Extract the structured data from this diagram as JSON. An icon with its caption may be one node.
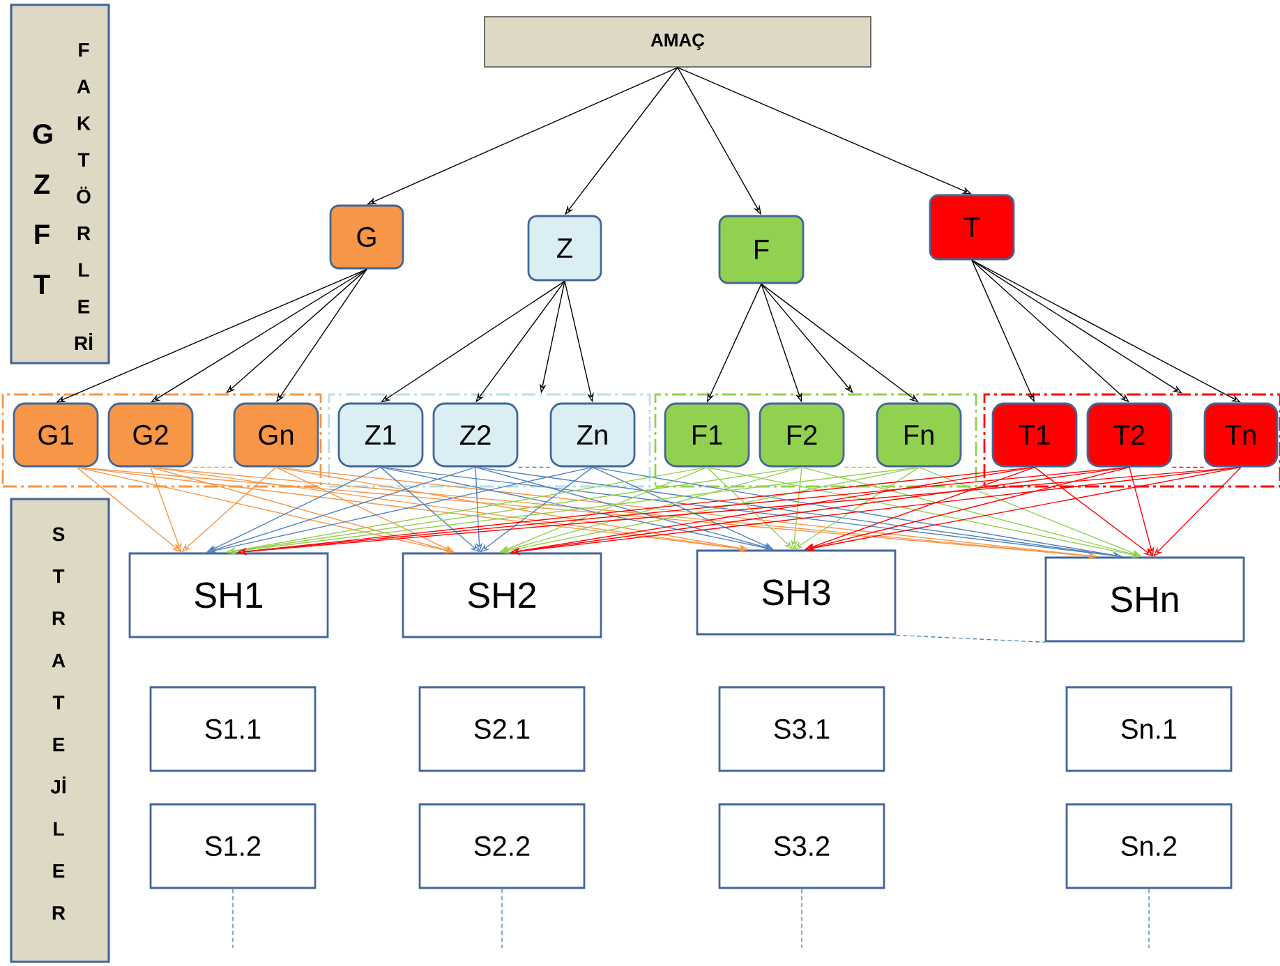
{
  "diagram": {
    "nodes": [
      {
        "text": [
          "AMAÇ"
        ]
      },
      {
        "text": [
          "GZFT",
          "FAKTÖRLERİ"
        ]
      },
      {
        "text": [
          "G"
        ]
      },
      {
        "text": [
          "Z"
        ]
      },
      {
        "text": [
          "F"
        ]
      },
      {
        "text": [
          "T"
        ]
      },
      {
        "text": [],
        "shape": "box"
      },
      {
        "text": [
          "G1"
        ],
        "in": 6
      },
      {
        "text": [
          "G2"
        ],
        "in": 6
      },
      {
        "text": [
          "Gn"
        ],
        "in": 6
      },
      {
        "text": [],
        "shape": "box"
      },
      {
        "text": [
          "Z1"
        ],
        "in": 10
      },
      {
        "text": [
          "Z2"
        ],
        "in": 10
      },
      {
        "text": [
          "Zn"
        ],
        "in": 10
      },
      {
        "text": [],
        "shape": "box"
      },
      {
        "text": [
          "F1"
        ],
        "in": 14
      },
      {
        "text": [
          "F2"
        ],
        "in": 14
      },
      {
        "text": [
          "Fn"
        ],
        "in": 14
      },
      {
        "text": [],
        "shape": "box"
      },
      {
        "text": [
          "T1"
        ],
        "in": 18
      },
      {
        "text": [
          "T2"
        ],
        "in": 18
      },
      {
        "text": [
          "Tn"
        ],
        "in": 18
      },
      {
        "text": [
          "STRATEJİLER"
        ]
      },
      {
        "text": [
          "SH1"
        ]
      },
      {
        "text": [
          "SH2"
        ]
      },
      {
        "text": [
          "SH3"
        ]
      },
      {
        "text": [
          "SHn"
        ]
      },
      {
        "text": [
          "S1.1"
        ]
      },
      {
        "text": [
          "S2.1"
        ]
      },
      {
        "text": [
          "S3.1"
        ]
      },
      {
        "text": [
          "Sn.1"
        ]
      },
      {
        "text": [
          "S1.2"
        ]
      },
      {
        "text": [
          "S2.2"
        ]
      },
      {
        "text": [
          "S3.2"
        ]
      },
      {
        "text": [
          "Sn.2"
        ]
      }
    ],
    "edges": [
      {
        "from": 0,
        "to": 2,
        "arrow": "to"
      },
      {
        "from": 0,
        "to": 3,
        "arrow": "to"
      },
      {
        "from": 0,
        "to": 4,
        "arrow": "to"
      },
      {
        "from": 0,
        "to": 5,
        "arrow": "to"
      },
      {
        "from": 2,
        "to": 7,
        "arrow": "to"
      },
      {
        "from": 2,
        "to": 8,
        "arrow": "to"
      },
      {
        "from": 2,
        "to": 6,
        "arrow": "to"
      },
      {
        "from": 2,
        "to": 9,
        "arrow": "to"
      },
      {
        "from": 3,
        "to": 11,
        "arrow": "to"
      },
      {
        "from": 3,
        "to": 12,
        "arrow": "to"
      },
      {
        "from": 3,
        "to": 10,
        "arrow": "to"
      },
      {
        "from": 3,
        "to": 13,
        "arrow": "to"
      },
      {
        "from": 4,
        "to": 15,
        "arrow": "to"
      },
      {
        "from": 4,
        "to": 16,
        "arrow": "to"
      },
      {
        "from": 4,
        "to": 14,
        "arrow": "to"
      },
      {
        "from": 4,
        "to": 17,
        "arrow": "to"
      },
      {
        "from": 5,
        "to": 19,
        "arrow": "to"
      },
      {
        "from": 5,
        "to": 20,
        "arrow": "to"
      },
      {
        "from": 5,
        "to": 18,
        "arrow": "to"
      },
      {
        "from": 5,
        "to": 21,
        "arrow": "to"
      },
      {
        "from": 7,
        "to": 23,
        "arrow": "to",
        "color": "#f79646"
      },
      {
        "from": 7,
        "to": 24,
        "arrow": "to",
        "color": "#f79646"
      },
      {
        "from": 7,
        "to": 25,
        "arrow": "to",
        "color": "#f79646"
      },
      {
        "from": 7,
        "to": 26,
        "arrow": "to",
        "color": "#f79646"
      },
      {
        "from": 8,
        "to": 23,
        "arrow": "to",
        "color": "#f79646"
      },
      {
        "from": 8,
        "to": 24,
        "arrow": "to",
        "color": "#f79646"
      },
      {
        "from": 8,
        "to": 25,
        "arrow": "to",
        "color": "#f79646"
      },
      {
        "from": 8,
        "to": 26,
        "arrow": "to",
        "color": "#f79646"
      },
      {
        "from": 9,
        "to": 23,
        "arrow": "to",
        "color": "#f79646"
      },
      {
        "from": 9,
        "to": 24,
        "arrow": "to",
        "color": "#f79646"
      },
      {
        "from": 9,
        "to": 25,
        "arrow": "to",
        "color": "#f79646"
      },
      {
        "from": 9,
        "to": 26,
        "arrow": "to",
        "color": "#f79646"
      },
      {
        "from": 11,
        "to": 23,
        "arrow": "to",
        "color": "#4f81bd"
      },
      {
        "from": 11,
        "to": 24,
        "arrow": "to",
        "color": "#4f81bd"
      },
      {
        "from": 11,
        "to": 25,
        "arrow": "to",
        "color": "#4f81bd"
      },
      {
        "from": 11,
        "to": 26,
        "arrow": "to",
        "color": "#4f81bd"
      },
      {
        "from": 12,
        "to": 23,
        "arrow": "to",
        "color": "#4f81bd"
      },
      {
        "from": 12,
        "to": 24,
        "arrow": "to",
        "color": "#4f81bd"
      },
      {
        "from": 12,
        "to": 25,
        "arrow": "to",
        "color": "#4f81bd"
      },
      {
        "from": 12,
        "to": 26,
        "arrow": "to",
        "color": "#4f81bd"
      },
      {
        "from": 13,
        "to": 23,
        "arrow": "to",
        "color": "#4f81bd"
      },
      {
        "from": 13,
        "to": 24,
        "arrow": "to",
        "color": "#4f81bd"
      },
      {
        "from": 13,
        "to": 25,
        "arrow": "to",
        "color": "#4f81bd"
      },
      {
        "from": 13,
        "to": 26,
        "arrow": "to",
        "color": "#4f81bd"
      },
      {
        "from": 15,
        "to": 23,
        "arrow": "to",
        "color": "#92d050"
      },
      {
        "from": 15,
        "to": 24,
        "arrow": "to",
        "color": "#92d050"
      },
      {
        "from": 15,
        "to": 25,
        "arrow": "to",
        "color": "#92d050"
      },
      {
        "from": 15,
        "to": 26,
        "arrow": "to",
        "color": "#92d050"
      },
      {
        "from": 16,
        "to": 23,
        "arrow": "to",
        "color": "#92d050"
      },
      {
        "from": 16,
        "to": 24,
        "arrow": "to",
        "color": "#92d050"
      },
      {
        "from": 16,
        "to": 25,
        "arrow": "to",
        "color": "#92d050"
      },
      {
        "from": 16,
        "to": 26,
        "arrow": "to",
        "color": "#92d050"
      },
      {
        "from": 17,
        "to": 23,
        "arrow": "to",
        "color": "#92d050"
      },
      {
        "from": 17,
        "to": 24,
        "arrow": "to",
        "color": "#92d050"
      },
      {
        "from": 17,
        "to": 25,
        "arrow": "to",
        "color": "#92d050"
      },
      {
        "from": 17,
        "to": 26,
        "arrow": "to",
        "color": "#92d050"
      },
      {
        "from": 19,
        "to": 23,
        "arrow": "to",
        "color": "#ff0000"
      },
      {
        "from": 19,
        "to": 24,
        "arrow": "to",
        "color": "#ff0000"
      },
      {
        "from": 19,
        "to": 25,
        "arrow": "to",
        "color": "#ff0000"
      },
      {
        "from": 19,
        "to": 26,
        "arrow": "to",
        "color": "#ff0000"
      },
      {
        "from": 20,
        "to": 23,
        "arrow": "to",
        "color": "#ff0000"
      },
      {
        "from": 20,
        "to": 24,
        "arrow": "to",
        "color": "#ff0000"
      },
      {
        "from": 20,
        "to": 25,
        "arrow": "to",
        "color": "#ff0000"
      },
      {
        "from": 20,
        "to": 26,
        "arrow": "to",
        "color": "#ff0000"
      },
      {
        "from": 21,
        "to": 23,
        "arrow": "to",
        "color": "#ff0000"
      },
      {
        "from": 21,
        "to": 24,
        "arrow": "to",
        "color": "#ff0000"
      },
      {
        "from": 21,
        "to": 25,
        "arrow": "to",
        "color": "#ff0000"
      },
      {
        "from": 21,
        "to": 26,
        "arrow": "to",
        "color": "#ff0000"
      },
      {
        "from": 8,
        "to": 9,
        "arrow": "none",
        "style": "dashed",
        "color": "#f79646"
      },
      {
        "from": 12,
        "to": 13,
        "arrow": "none",
        "style": "dashed",
        "color": "#4f81bd"
      },
      {
        "from": 16,
        "to": 17,
        "arrow": "none",
        "style": "dashed",
        "color": "#92d050"
      },
      {
        "from": 20,
        "to": 21,
        "arrow": "none",
        "style": "dashed",
        "color": "#ff0000"
      },
      {
        "from": 25,
        "to": 26,
        "arrow": "none",
        "style": "dashed",
        "color": "#4f81bd"
      },
      {
        "from": 31,
        "to": null,
        "arrow": "none",
        "style": "dashed",
        "color": "#4f81bd"
      },
      {
        "from": 32,
        "to": null,
        "arrow": "none",
        "style": "dashed",
        "color": "#4f81bd"
      },
      {
        "from": 33,
        "to": null,
        "arrow": "none",
        "style": "dashed",
        "color": "#4f81bd"
      },
      {
        "from": 34,
        "to": null,
        "arrow": "none",
        "style": "dashed",
        "color": "#4f81bd"
      }
    ]
  }
}
